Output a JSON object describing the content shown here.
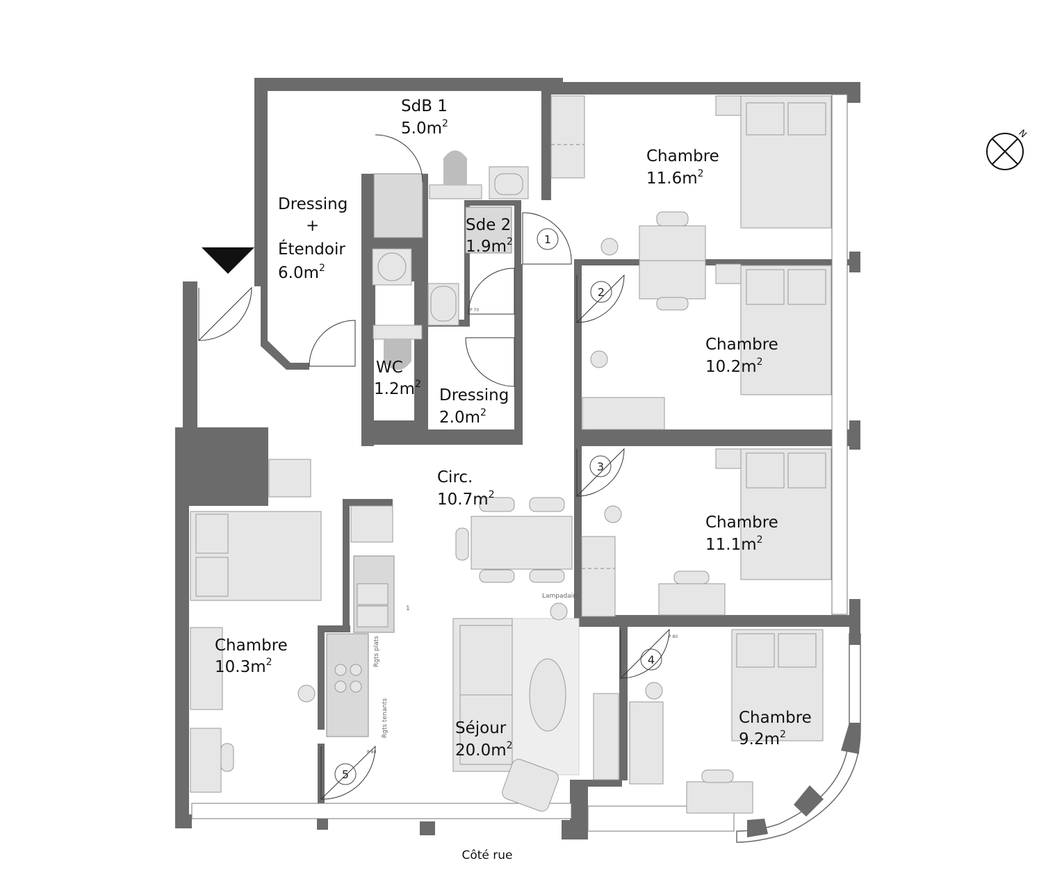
{
  "rooms": [
    {
      "name": "SdB 1",
      "area": "5.0m",
      "sup": "2"
    },
    {
      "name": "Chambre",
      "area": "11.6m",
      "sup": "2"
    },
    {
      "name": "Sde 2",
      "area": "1.9m",
      "sup": "2"
    },
    {
      "name": "Chambre",
      "area": "10.2m",
      "sup": "2"
    },
    {
      "name": "WC",
      "area": "1.2m",
      "sup": "2"
    },
    {
      "name": "Dressing",
      "area": "2.0m",
      "sup": "2"
    },
    {
      "name": "Circ.",
      "area": "10.7m",
      "sup": "2"
    },
    {
      "name": "Chambre",
      "area": "11.1m",
      "sup": "2"
    },
    {
      "name": "Chambre",
      "area": "10.3m",
      "sup": "2"
    },
    {
      "name": "Séjour",
      "area": "20.0m",
      "sup": "2"
    },
    {
      "name": "Chambre",
      "area": "9.2m",
      "sup": "2"
    }
  ],
  "dressing_etendoir": {
    "line1": "Dressing",
    "line2": "+",
    "line3": "Étendoir",
    "area": "6.0m",
    "sup": "2"
  },
  "door_numbers": [
    "1",
    "2",
    "3",
    "4",
    "5"
  ],
  "door_tags": {
    "p70": "P 70",
    "p80": "P 80"
  },
  "annotations": {
    "lampadaire": "Lampadaire",
    "rgts_plats": "Rgts plats",
    "rgts_tenants": "Rgts tenants",
    "counter_mark": "1"
  },
  "compass_letter": "N",
  "street_label": "Côté rue",
  "colors": {
    "wall": "#6b6b6b",
    "furniture": "#e6e6e6",
    "background": "#ffffff"
  }
}
